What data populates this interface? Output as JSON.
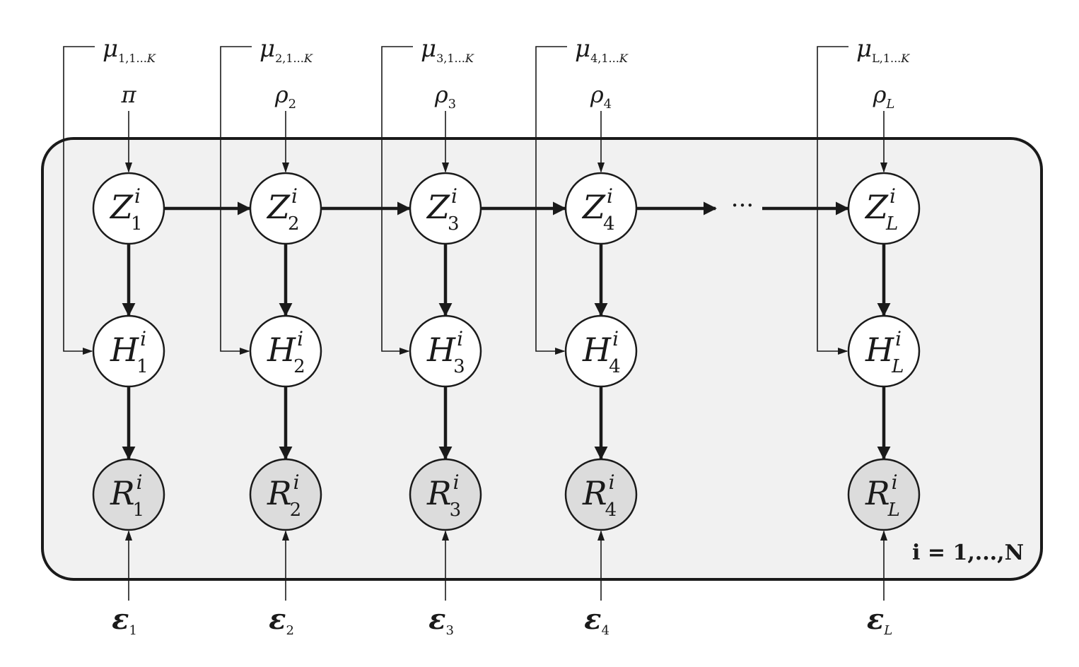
{
  "diagram": {
    "columns": [
      {
        "id": "1",
        "mu_main": "μ",
        "mu_sub": "1,1...",
        "mu_sub_italic": "K",
        "param_main": "π",
        "param_sub": "",
        "param_sub_italic": "",
        "index": "1",
        "index_italic": false,
        "eps_main": "ε",
        "eps_sub": "1"
      },
      {
        "id": "2",
        "mu_main": "μ",
        "mu_sub": "2,1...",
        "mu_sub_italic": "K",
        "param_main": "ρ",
        "param_sub": "2",
        "param_sub_italic": "",
        "index": "2",
        "index_italic": false,
        "eps_main": "ε",
        "eps_sub": "2"
      },
      {
        "id": "3",
        "mu_main": "μ",
        "mu_sub": "3,1...",
        "mu_sub_italic": "K",
        "param_main": "ρ",
        "param_sub": "3",
        "param_sub_italic": "",
        "index": "3",
        "index_italic": false,
        "eps_main": "ε",
        "eps_sub": "3"
      },
      {
        "id": "4",
        "mu_main": "μ",
        "mu_sub": "4,1...",
        "mu_sub_italic": "K",
        "param_main": "ρ",
        "param_sub": "4",
        "param_sub_italic": "",
        "index": "4",
        "index_italic": false,
        "eps_main": "ε",
        "eps_sub": "4"
      },
      {
        "id": "L",
        "mu_main": "μ",
        "mu_sub": "L,1...",
        "mu_sub_italic": "K",
        "param_main": "ρ",
        "param_sub": "",
        "param_sub_italic": "L",
        "index": "L",
        "index_italic": true,
        "eps_main": "ε",
        "eps_sub": "L"
      }
    ],
    "z_letter": "Z",
    "h_letter": "H",
    "r_letter": "R",
    "superscript": "i",
    "ellipsis": "···",
    "plate_label": "i = 1,...,N",
    "colors": {
      "stroke": "#1a1a1a",
      "plate_fill": "#f1f1f1",
      "hidden_node_fill": "#ffffff",
      "observed_node_fill": "#dcdcdc",
      "background": "#ffffff"
    }
  }
}
